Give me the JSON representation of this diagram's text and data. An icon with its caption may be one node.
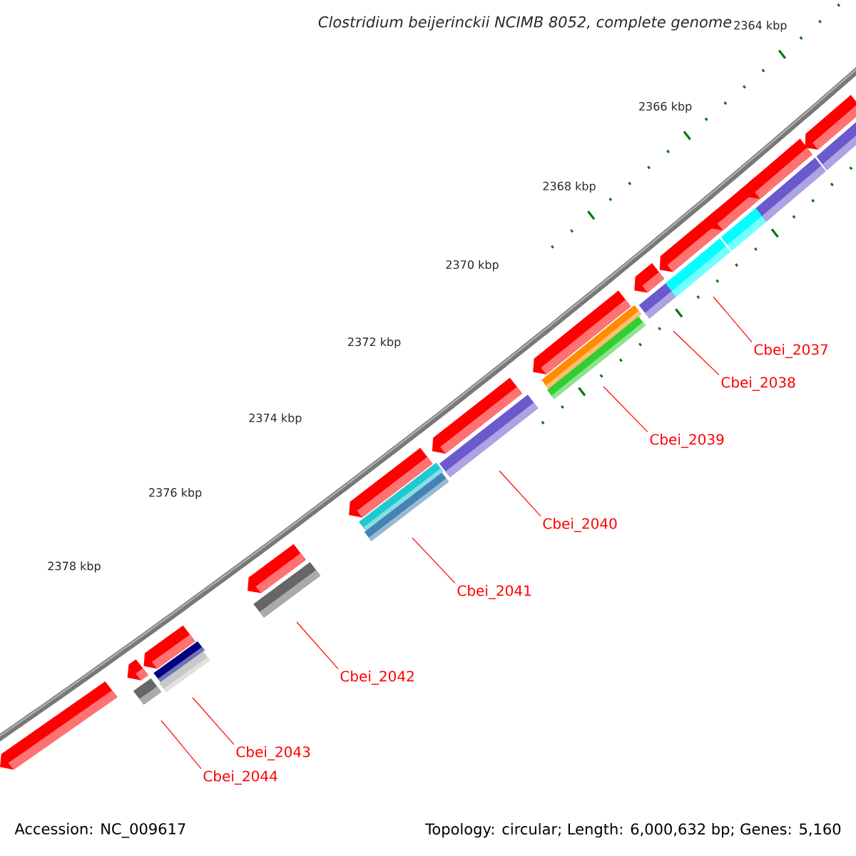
{
  "diagram": {
    "title": "Clostridium beijerinckii NCIMB 8052, complete genome",
    "nodes": [
      {
        "text": [
          "Cbei_2037"
        ]
      },
      {
        "text": [
          "Cbei_2038"
        ]
      },
      {
        "text": [
          "Cbei_2039"
        ]
      },
      {
        "text": [
          "Cbei_2040"
        ]
      },
      {
        "text": [
          "Cbei_2041"
        ]
      },
      {
        "text": [
          "Cbei_2042"
        ]
      },
      {
        "text": [
          "Cbei_2043"
        ]
      },
      {
        "text": [
          "Cbei_2044"
        ]
      }
    ],
    "edges": [
      {
        "from": 0,
        "to": null,
        "arrow": "none"
      },
      {
        "from": 1,
        "to": null,
        "arrow": "none"
      },
      {
        "from": 2,
        "to": null,
        "arrow": "none"
      },
      {
        "from": 3,
        "to": null,
        "arrow": "none"
      },
      {
        "from": 4,
        "to": null,
        "arrow": "none"
      },
      {
        "from": 5,
        "to": null,
        "arrow": "none"
      },
      {
        "from": 6,
        "to": null,
        "arrow": "none"
      },
      {
        "from": 7,
        "to": null,
        "arrow": "none"
      }
    ],
    "labels": [
      "2364 kbp",
      "2366 kbp",
      "2368 kbp",
      "2370 kbp",
      "2372 kbp",
      "2374 kbp",
      "2376 kbp",
      "2378 kbp",
      "Accession: NC_009617",
      "Topology: circular; Length: 6,000,632 bp; Genes: 5,160"
    ]
  }
}
